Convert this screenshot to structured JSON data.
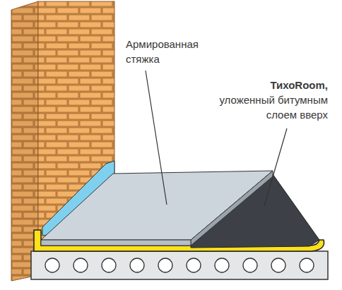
{
  "diagram": {
    "labels": [
      "Армированная стяжка",
      "ТихоRoom,",
      "уложенный битумным слоем вверх"
    ]
  }
}
